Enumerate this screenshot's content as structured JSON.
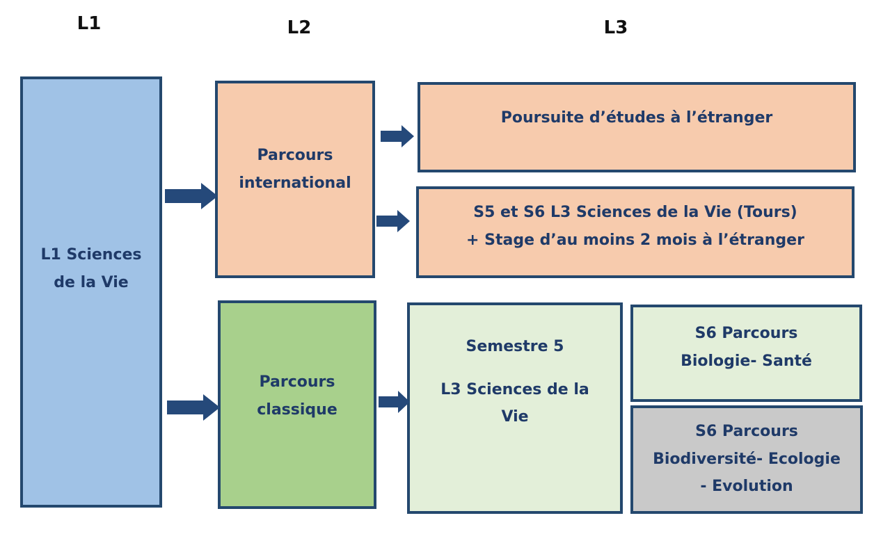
{
  "columns": {
    "l1": "L1",
    "l2": "L2",
    "l3": "L3"
  },
  "boxes": {
    "l1_sciences": [
      "L1 Sciences",
      "de la Vie"
    ],
    "parcours_international": [
      "Parcours",
      "international"
    ],
    "parcours_classique": [
      "Parcours",
      "classique"
    ],
    "poursuite_etudes": [
      "Poursuite d’études à l’étranger"
    ],
    "s5_s6_tours": [
      "S5 et S6 L3 Sciences de la Vie (Tours)",
      "+ Stage d’au moins 2 mois à l’étranger"
    ],
    "semestre5": [
      "Semestre 5",
      "L3 Sciences de la",
      "Vie"
    ],
    "s6_bio_sante": [
      "S6 Parcours",
      "Biologie- Santé"
    ],
    "s6_bee": [
      "S6 Parcours",
      "Biodiversité- Ecologie",
      "- Evolution"
    ]
  },
  "colors": {
    "border": "#24486e",
    "text": "#1f3a68",
    "arrow": "#25497a",
    "l1_fill": "#a0c2e6",
    "international_fill": "#f7cbad",
    "classique_fill": "#a8d08c",
    "l3_classique_fill": "#e3efd9",
    "bee_fill": "#c9c9c9"
  }
}
